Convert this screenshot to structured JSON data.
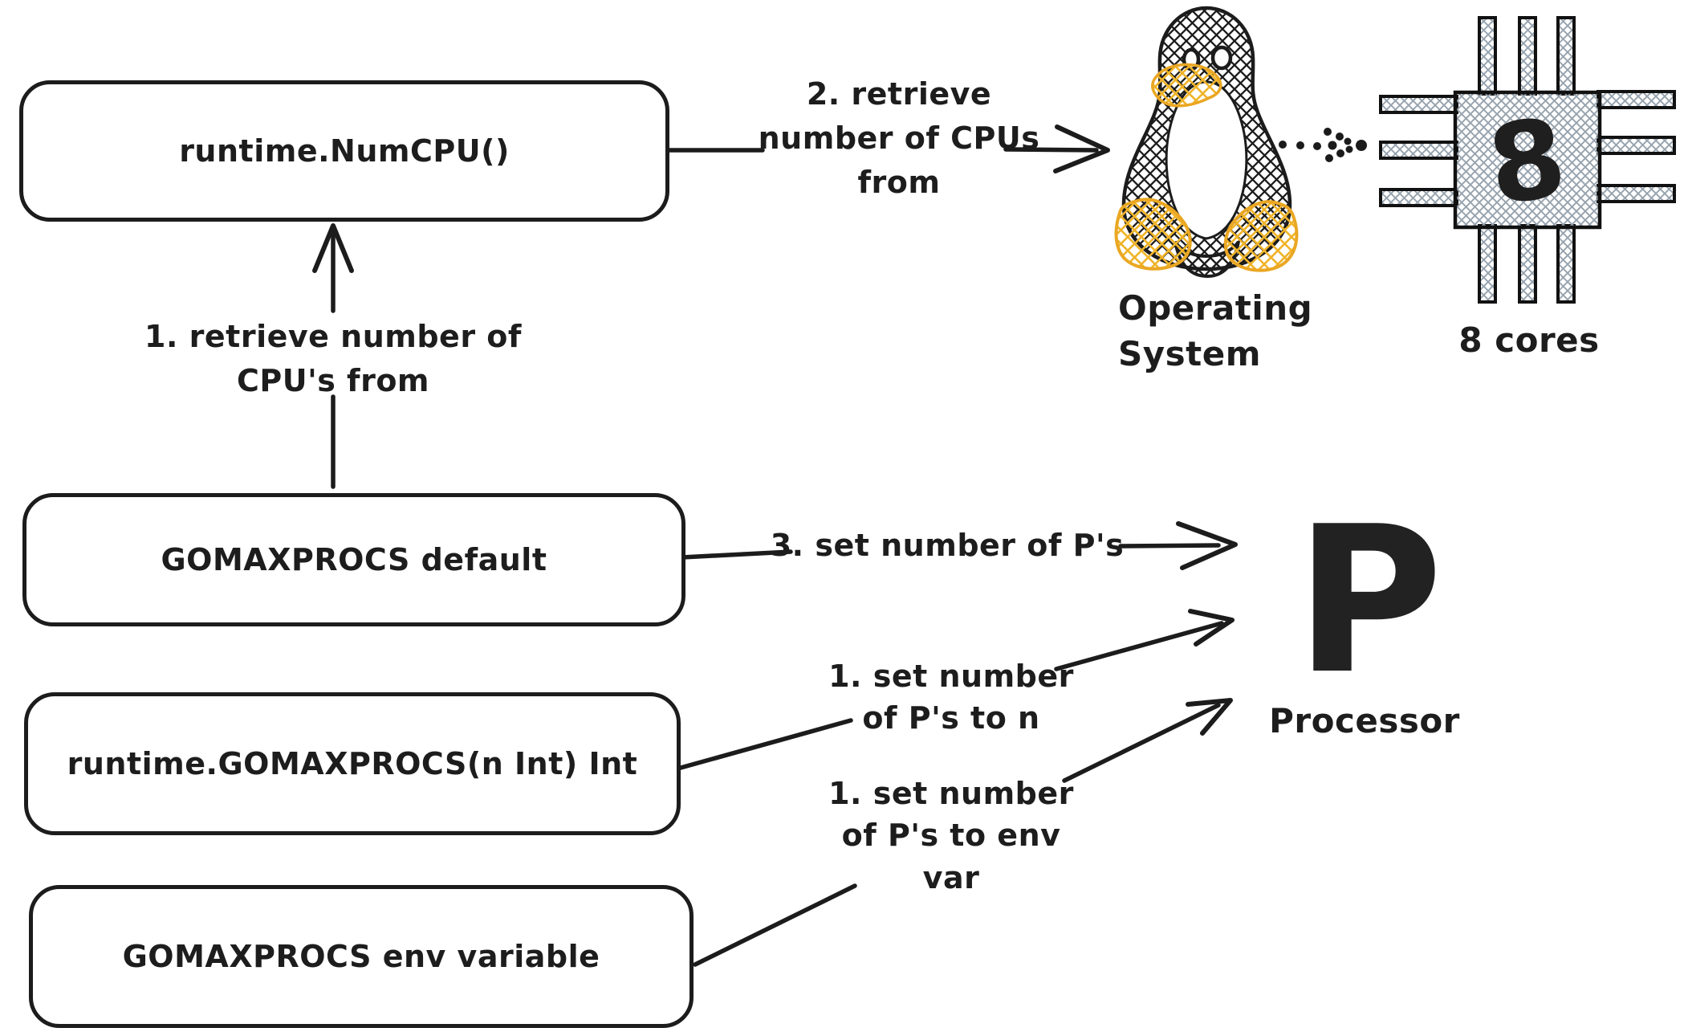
{
  "nodes": {
    "num_cpu": {
      "label": "runtime.NumCPU()"
    },
    "gomaxprocs_default": {
      "label": "GOMAXPROCS default"
    },
    "gomaxprocs_func": {
      "label": "runtime.GOMAXPROCS(n Int) Int"
    },
    "gomaxprocs_env": {
      "label": "GOMAXPROCS env variable"
    }
  },
  "annotations": {
    "retrieve_cpus_from_numcpu": "1. retrieve number of\nCPU's from",
    "retrieve_cpus_from_os": "2. retrieve\nnumber of CPUs\nfrom",
    "set_default_ps": "3. set number of P's",
    "set_ps_to_n": "1. set number\nof P's to n",
    "set_ps_to_env": "1. set number\nof P's to env\nvar"
  },
  "figures": {
    "os": {
      "label": "Operating System",
      "icon": "linux-tux"
    },
    "chip": {
      "label": "8 cores",
      "core_count": "8",
      "icon": "cpu-chip"
    },
    "processor": {
      "label": "Processor",
      "symbol": "P"
    }
  },
  "colors": {
    "ink": "#1c1c1c",
    "tux_yellow": "#f0b429",
    "chip_gray": "#97a3ae",
    "background": "#ffffff"
  }
}
